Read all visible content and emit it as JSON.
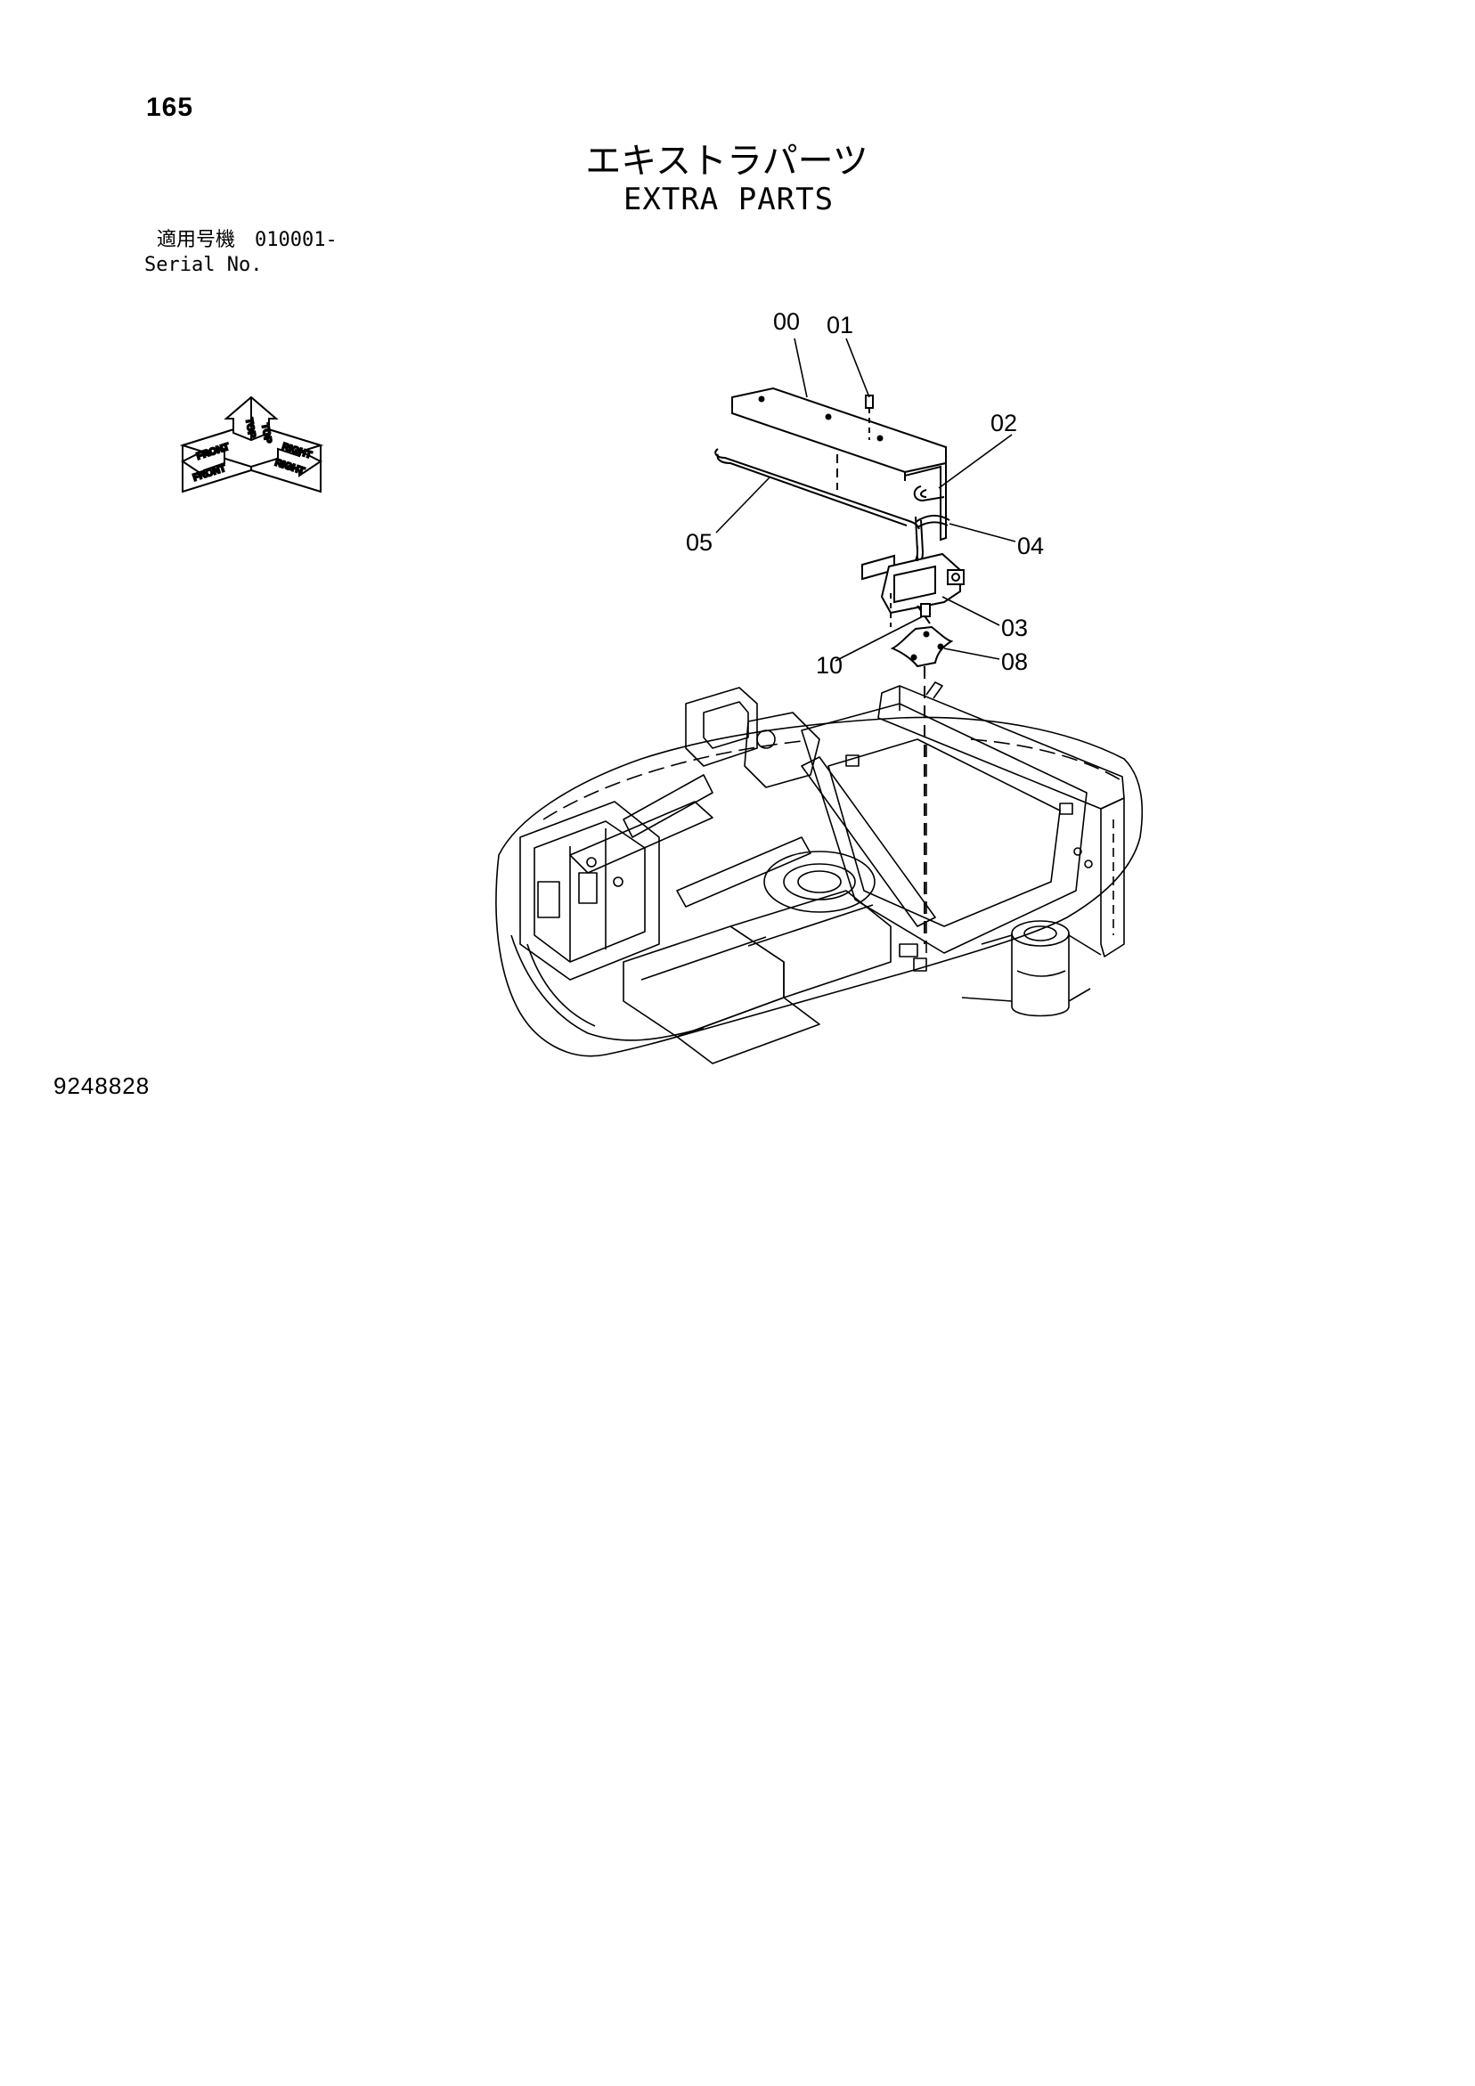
{
  "page": {
    "number": "165",
    "title_jp": "エキストラパーツ",
    "title_en": "EXTRA PARTS",
    "serial_label_jp": "適用号機",
    "serial_label_en": "Serial No.",
    "serial_value": "010001-",
    "document_number": "9248828"
  },
  "orientation_icon": {
    "labels": [
      "FRONT",
      "TOP",
      "RIGHT",
      "FRONT",
      "TOP",
      "RIGHT"
    ]
  },
  "callouts": [
    "00",
    "01",
    "02",
    "04",
    "05",
    "03",
    "10",
    "08"
  ],
  "colors": {
    "ink": "#000000",
    "paper": "#ffffff"
  }
}
